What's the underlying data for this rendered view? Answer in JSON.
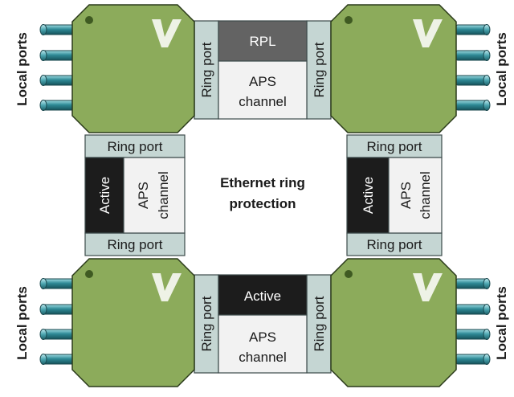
{
  "colors": {
    "node_fill": "#8cab5b",
    "node_stroke": "#2a3a1a",
    "ring_port": "#c5d6d3",
    "aps_channel": "#f2f2f2",
    "rpl_block": "#636363",
    "active_block": "#1c1c1c",
    "port_pipe": "#2f8a96",
    "logo_mark": "#eef2e6"
  },
  "icons": {
    "logo": "v-logo-icon",
    "led": "status-led-icon",
    "port": "port-connector-icon"
  },
  "center_label": [
    "Ethernet ring",
    "protection"
  ],
  "local_ports_label": "Local ports",
  "ring_port_label": "Ring port",
  "aps_channel_label": [
    "APS",
    "channel"
  ],
  "rpl_label": "RPL",
  "active_label": "Active"
}
